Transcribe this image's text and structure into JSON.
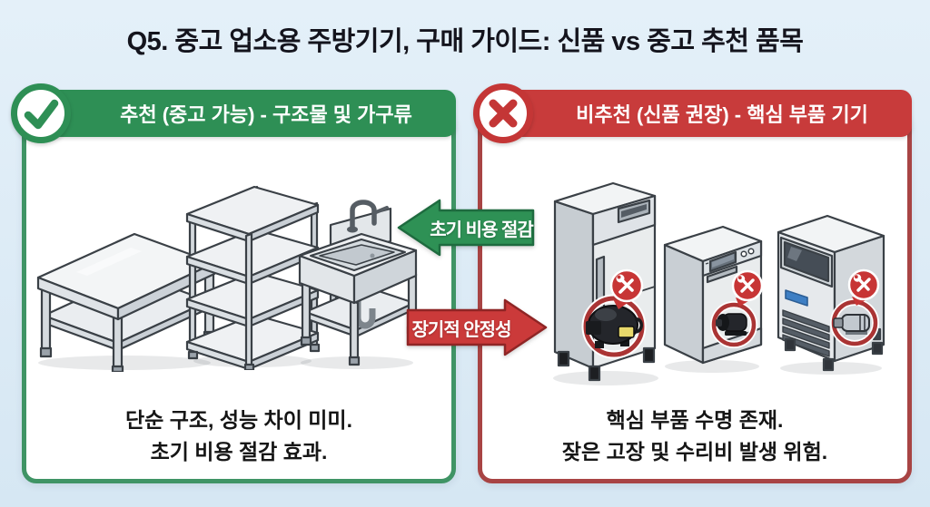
{
  "title": "Q5. 중고 업소용 주방기기, 구매 가이드: 신품 vs 중고 추천 품목",
  "colors": {
    "background": "#dcebf6",
    "green": "#2e8f55",
    "green_panel_border": "#3f9465",
    "green_arrow_outline": "#1e6b3f",
    "red": "#c83b3b",
    "red_panel_border": "#a84444",
    "red_arrow": "#cb3a3a",
    "red_arrow_outline": "#8f2525",
    "repair_badge_red": "#c73535",
    "repair_ring_red": "#aa3434",
    "sticker_blue": "#3e7fc4",
    "compressor_label_yellow": "#e8d96b",
    "title_text": "#14141d",
    "body_text": "#151515"
  },
  "left_panel": {
    "header_label": "추천 (중고 가능) - 구조물 및 가구류",
    "icon": "check-icon",
    "items": [
      "work-table",
      "shelving-rack",
      "sink"
    ],
    "caption_line1": "단순 구조, 성능 차이 미미.",
    "caption_line2": "초기 비용 절감 효과."
  },
  "right_panel": {
    "header_label": "비추천 (신품 권장) - 핵심 부품 기기",
    "icon": "x-icon",
    "items": [
      "refrigerator",
      "dishwasher",
      "ice-machine"
    ],
    "caption_line1": "핵심 부품 수명 존재.",
    "caption_line2": "잦은 고장 및 수리비 발생 위험."
  },
  "arrows": {
    "to_left_label": "초기 비용 절감",
    "to_right_label": "장기적 안정성"
  }
}
